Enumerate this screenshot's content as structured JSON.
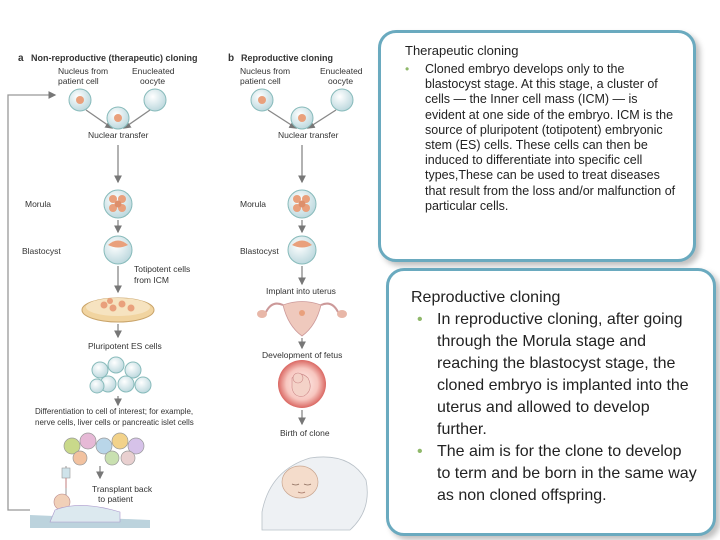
{
  "figure": {
    "panel_a": {
      "letter": "a",
      "heading": "Non-reproductive (therapeutic) cloning",
      "labels": {
        "nucleus": "Nucleus from",
        "nucleus2": "patient cell",
        "oocyte": "Enucleated",
        "oocyte2": "oocyte",
        "nuclear_transfer": "Nuclear transfer",
        "morula": "Morula",
        "blastocyst": "Blastocyst",
        "totipotent": "Totipotent cells",
        "totipotent2": "from ICM",
        "pluripotent": "Pluripotent ES cells",
        "differentiation": "Differentiation to cell of interest; for example,",
        "differentiation2": "nerve cells, liver cells or pancreatic islet cells",
        "transplant": "Transplant back",
        "transplant2": "to patient"
      }
    },
    "panel_b": {
      "letter": "b",
      "heading": "Reproductive cloning",
      "labels": {
        "nucleus": "Nucleus from",
        "nucleus2": "patient cell",
        "oocyte": "Enucleated",
        "oocyte2": "oocyte",
        "nuclear_transfer": "Nuclear transfer",
        "morula": "Morula",
        "blastocyst": "Blastocyst",
        "implant": "Implant into uterus",
        "fetus": "Development of fetus",
        "birth": "Birth of clone"
      }
    }
  },
  "therapeutic_box": {
    "title": "Therapeutic cloning",
    "bullets": [
      "Cloned embryo develops only to the blastocyst stage. At this stage, a cluster of cells — the Inner cell mass (ICM) — is evident at one side of the embryo. ICM is the source of pluripotent (totipotent) embryonic stem (ES) cells. These cells can then be induced to differentiate into specific cell types,These can be used to treat diseases that result from the loss and/or malfunction of particular cells."
    ]
  },
  "reproductive_box": {
    "title": "Reproductive cloning",
    "bullets": [
      "In reproductive cloning, after going through the Morula stage and reaching the blastocyst stage, the cloned embryo is implanted into the uterus and allowed to develop further.",
      "The aim is for the clone to develop to term and be born in the same way as non cloned offspring."
    ]
  },
  "colors": {
    "panel_border": "#6aaabf",
    "bullet": "#8fb86a",
    "cell_fill": "#e9a07c",
    "cell_membrane": "#9dc3cc"
  }
}
